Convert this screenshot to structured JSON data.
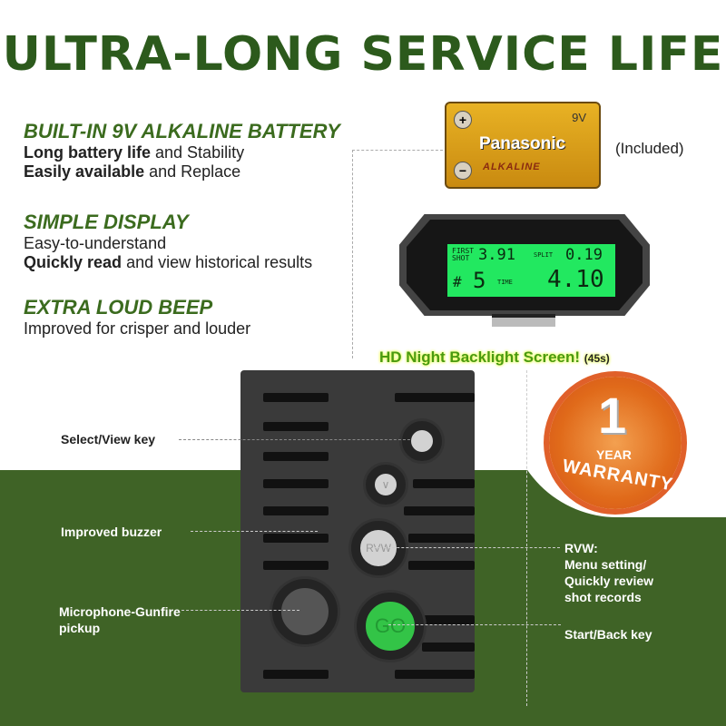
{
  "title": "ULTRA-LONG SERVICE LIFE",
  "features": [
    {
      "heading": "BUILT-IN 9V ALKALINE BATTERY",
      "lines": [
        {
          "bold": "Long battery life",
          "rest": " and Stability"
        },
        {
          "bold": "Easily available",
          "rest": " and Replace"
        }
      ]
    },
    {
      "heading": "SIMPLE DISPLAY",
      "lines": [
        {
          "bold": "",
          "rest": "Easy-to-understand"
        },
        {
          "bold": "Quickly read",
          "rest": " and view historical results"
        }
      ]
    },
    {
      "heading": "EXTRA LOUD BEEP",
      "lines": [
        {
          "bold": "",
          "rest": "Improved for crisper and louder"
        }
      ]
    }
  ],
  "battery": {
    "brand": "Panasonic",
    "voltage": "9V",
    "type": "ALKALINE",
    "plus": "+",
    "minus": "−",
    "note": "(Included)"
  },
  "display": {
    "first_shot_label": "FIRST SHOT",
    "first_shot": "3.91",
    "split_label": "SPLIT",
    "split": "0.19",
    "count_label": "#",
    "count": "5",
    "time_label": "TIME",
    "time": "4.10"
  },
  "backlight": {
    "text": "HD Night Backlight Screen!",
    "duration": "(45s)"
  },
  "warranty": {
    "number": "1",
    "unit": "YEAR",
    "label": "WARRANTY"
  },
  "device": {
    "rvw": "RVW",
    "go": "GO"
  },
  "callouts": {
    "select": "Select/View key",
    "buzzer": "Improved buzzer",
    "mic": [
      "Microphone-Gunfire",
      "pickup"
    ],
    "rvw": [
      "RVW:",
      "Menu setting/",
      "Quickly review",
      "shot records"
    ],
    "start": "Start/Back key"
  }
}
